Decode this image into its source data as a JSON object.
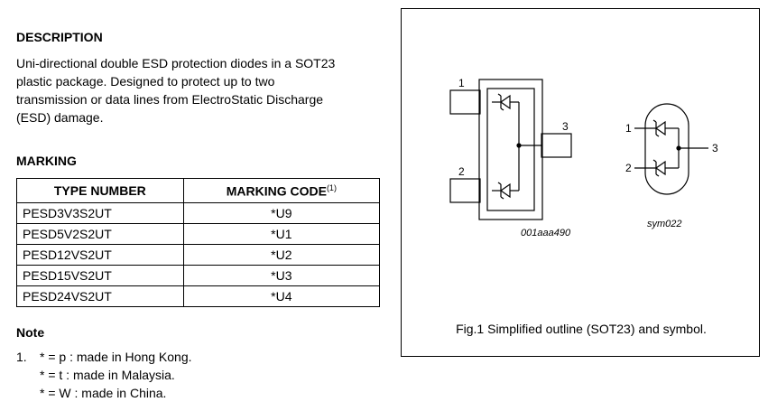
{
  "description": {
    "heading": "DESCRIPTION",
    "lines": [
      "Uni-directional double ESD protection diodes in a SOT23",
      "plastic package. Designed to protect up to two",
      "transmission or data lines from ElectroStatic Discharge",
      "(ESD) damage."
    ]
  },
  "marking": {
    "heading": "MARKING",
    "columns": [
      "TYPE NUMBER",
      "MARKING CODE"
    ],
    "footnote_ref": "(1)",
    "rows": [
      {
        "type": "PESD3V3S2UT",
        "code": "*U9"
      },
      {
        "type": "PESD5V2S2UT",
        "code": "*U1"
      },
      {
        "type": "PESD12VS2UT",
        "code": "*U2"
      },
      {
        "type": "PESD15VS2UT",
        "code": "*U3"
      },
      {
        "type": "PESD24VS2UT",
        "code": "*U4"
      }
    ]
  },
  "note": {
    "heading": "Note",
    "number": "1.",
    "lines": [
      "* = p : made in Hong Kong.",
      "* = t : made in Malaysia.",
      "* = W : made in China."
    ]
  },
  "figure": {
    "pin_labels": [
      "1",
      "2",
      "3"
    ],
    "outline_code": "001aaa490",
    "symbol_code": "sym022",
    "caption": "Fig.1  Simplified outline (SOT23) and symbol."
  }
}
